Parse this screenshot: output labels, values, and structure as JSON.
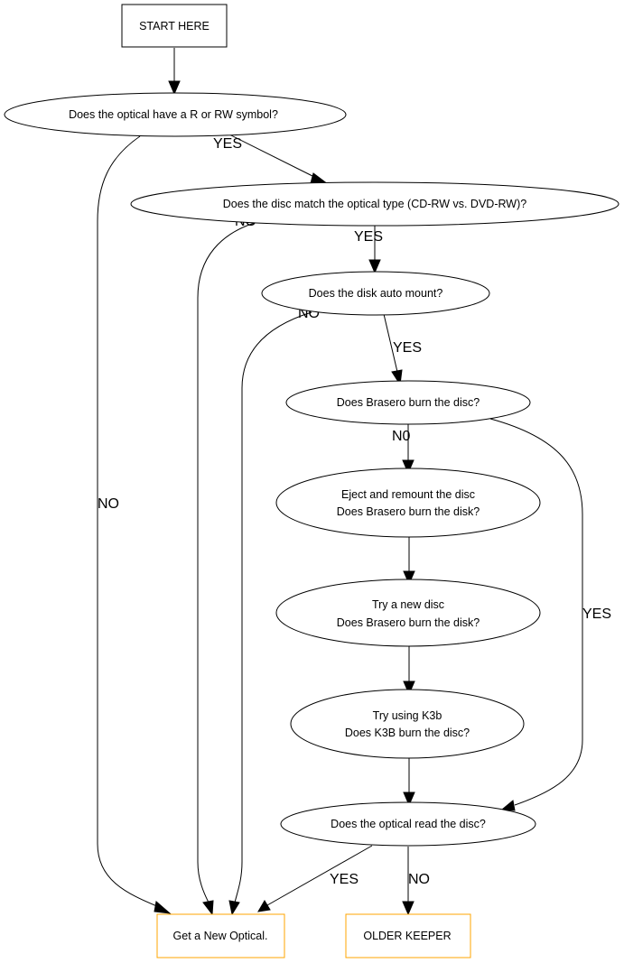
{
  "diagram": {
    "nodes": {
      "start": {
        "lines": [
          "START HERE"
        ],
        "border": "#000000"
      },
      "q_symbol": {
        "lines": [
          "Does the optical have a R or RW symbol?"
        ],
        "border": "#000000"
      },
      "q_match": {
        "lines": [
          "Does the disc match the optical type (CD-RW vs. DVD-RW)?"
        ],
        "border": "#000000"
      },
      "q_mount": {
        "lines": [
          "Does the disk auto mount?"
        ],
        "border": "#000000"
      },
      "q_brasero": {
        "lines": [
          "Does Brasero burn the disc?"
        ],
        "border": "#000000"
      },
      "q_eject": {
        "lines": [
          "Eject and remount the disc",
          "Does Brasero burn the disk?"
        ],
        "border": "#000000"
      },
      "q_newdisc": {
        "lines": [
          "Try a new disc",
          "Does Brasero burn the disk?"
        ],
        "border": "#000000"
      },
      "q_k3b": {
        "lines": [
          "Try using K3b",
          "Does K3B burn the disc?"
        ],
        "border": "#000000"
      },
      "q_read": {
        "lines": [
          "Does the optical read the disc?"
        ],
        "border": "#000000"
      },
      "get_new": {
        "lines": [
          "Get a New Optical."
        ],
        "border": "#FFA500"
      },
      "keeper": {
        "lines": [
          "OLDER KEEPER"
        ],
        "border": "#FFA500"
      }
    },
    "edges": [
      {
        "id": "start_to_symbol",
        "label": ""
      },
      {
        "id": "symbol_yes",
        "label": "YES"
      },
      {
        "id": "symbol_no",
        "label": "NO"
      },
      {
        "id": "match_yes",
        "label": "YES"
      },
      {
        "id": "match_no",
        "label": "NO"
      },
      {
        "id": "mount_yes",
        "label": "YES"
      },
      {
        "id": "mount_no",
        "label": "NO"
      },
      {
        "id": "brasero_no",
        "label": "N0"
      },
      {
        "id": "brasero_yes",
        "label": "YES"
      },
      {
        "id": "eject_next",
        "label": ""
      },
      {
        "id": "newdisc_next",
        "label": ""
      },
      {
        "id": "k3b_next",
        "label": ""
      },
      {
        "id": "read_yes",
        "label": "YES"
      },
      {
        "id": "read_no",
        "label": "NO"
      }
    ]
  }
}
